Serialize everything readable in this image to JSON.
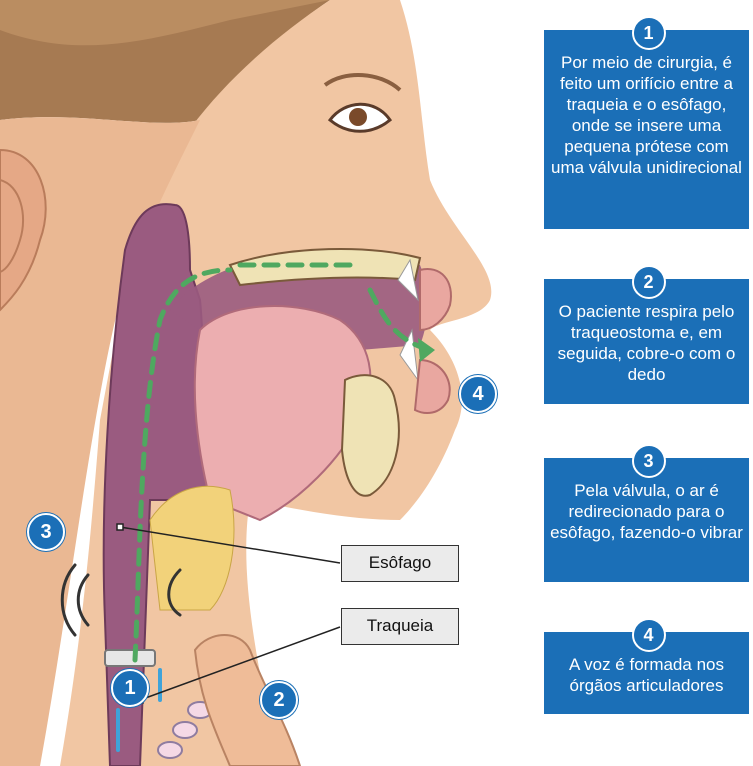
{
  "steps": [
    {
      "number": "1",
      "text": "Por meio de cirurgia, é feito um orifício entre a traqueia e o esôfago, onde se insere uma pequena prótese com uma válvula unidirecional"
    },
    {
      "number": "2",
      "text": "O paciente respira pelo traqueostoma e, em seguida, cobre-o com o dedo"
    },
    {
      "number": "3",
      "text": "Pela válvula, o ar é redirecionado para o esôfago, fazendo-o vibrar"
    },
    {
      "number": "4",
      "text": "A voz é formada nos órgãos articuladores"
    }
  ],
  "labels": {
    "esophagus": "Esôfago",
    "trachea": "Traqueia"
  },
  "markers": {
    "m1": "1",
    "m2": "2",
    "m3": "3",
    "m4": "4"
  },
  "colors": {
    "accent_blue": "#1b6fb7",
    "skin": "#f1c6a3",
    "airflow_green": "#4fa860",
    "airflow_blue": "#3fa3d9"
  },
  "icons": [
    "sound-wave-icon",
    "airflow-arrow-icon"
  ]
}
